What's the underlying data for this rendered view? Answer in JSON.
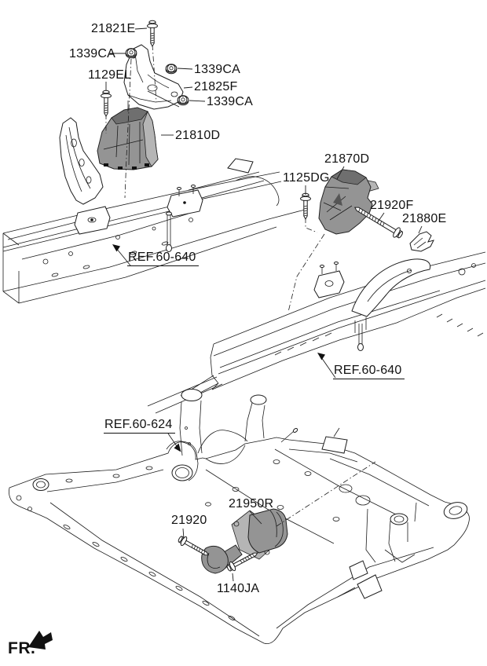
{
  "diagram": {
    "part_labels": {
      "bolt_21821e": "21821E",
      "nut_1339ca_top": "1339CA",
      "bolt_1129el": "1129EL",
      "nut_1339ca_right": "1339CA",
      "bracket_21825f": "21825F",
      "nut_1339ca_lower": "1339CA",
      "engine_mount_21810d": "21810D",
      "transaxle_mount_21870d": "21870D",
      "bolt_1125dg": "1125DG",
      "bolt_21920f": "21920F",
      "bracket_21880e": "21880E",
      "ref_side_member_left": "REF.60-640",
      "ref_side_member_right": "REF.60-640",
      "ref_crossmember": "REF.60-624",
      "roll_rod_mount_21950r": "21950R",
      "bolt_21920": "21920",
      "bolt_1140ja": "1140JA"
    },
    "direction_indicator": "FR."
  }
}
